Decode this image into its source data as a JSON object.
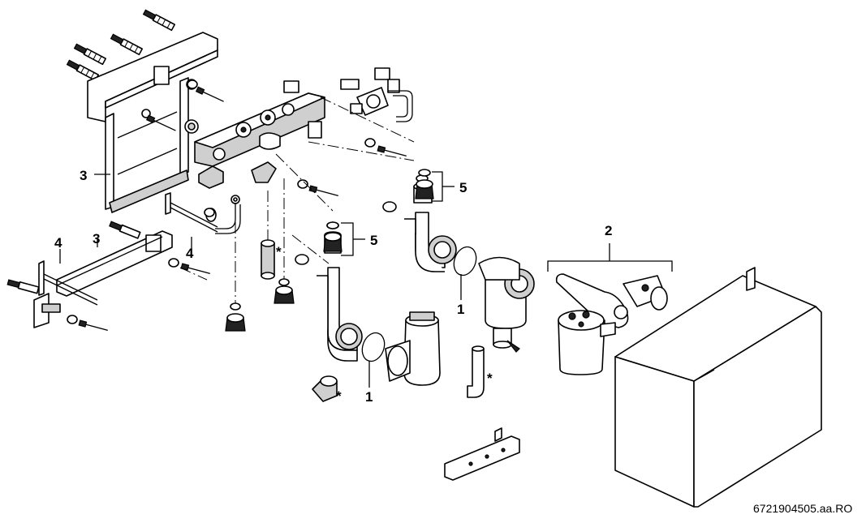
{
  "labels": {
    "l1a": "1",
    "l1b": "1",
    "l2": "2",
    "l3a": "3",
    "l3b": "3",
    "l4a": "4",
    "l4b": "4",
    "l5a": "5",
    "l5b": "5",
    "s1": "*",
    "s2": "*",
    "s3": "*"
  },
  "reference_code": "6721904505.aa.RO"
}
